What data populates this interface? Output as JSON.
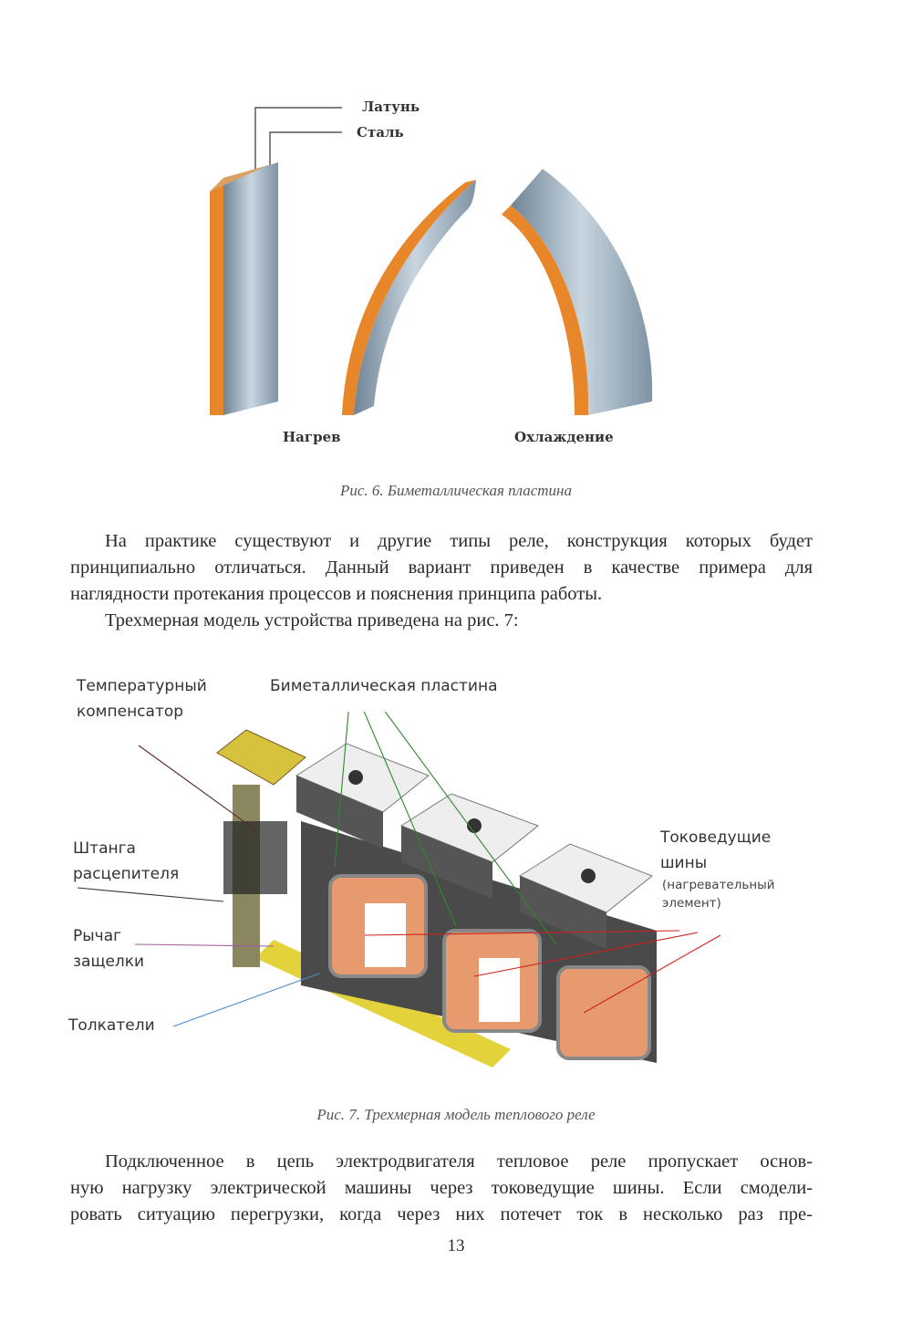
{
  "figure6": {
    "labels": {
      "brass": "Латунь",
      "steel": "Сталь",
      "heating": "Нагрев",
      "cooling": "Охлаждение"
    },
    "caption": "Рис. 6. Биметаллическая пластина"
  },
  "paragraph1": {
    "lines": [
      "На практике существуют и другие типы реле, конструкция которых будет",
      "принципиально отличаться. Данный вариант приведен в качестве примера для",
      "наглядности протекания процессов и пояснения принципа работы."
    ]
  },
  "paragraph2": "Трехмерная модель устройства приведена на рис. 7:",
  "figure7": {
    "labels": {
      "temp_comp_1": "Температурный",
      "temp_comp_2": "компенсатор",
      "bimetal": "Биметаллическая пластина",
      "rod_1": "Штанга",
      "rod_2": "расцепителя",
      "lever_1": "Рычаг",
      "lever_2": "защелки",
      "pushers": "Толкатели",
      "bus_1": "Токоведущие",
      "bus_2": "шины",
      "bus_3": "(нагревательный",
      "bus_4": "элемент)"
    },
    "caption": "Рис. 7. Трехмерная модель теплового реле"
  },
  "paragraph3": {
    "lines": [
      "Подключенное в цепь электродвигателя тепловое реле пропускает основ-",
      "ную нагрузку электрической машины через токоведущие шины. Если смодели-",
      "ровать ситуацию перегрузки, когда через них потечет ток в несколько раз пре-"
    ]
  },
  "page_number": "13",
  "colors": {
    "brass": "#e8862a",
    "steel": "#8fa6b8",
    "copper": "#e69a6e",
    "yellow": "#e3d23a"
  }
}
